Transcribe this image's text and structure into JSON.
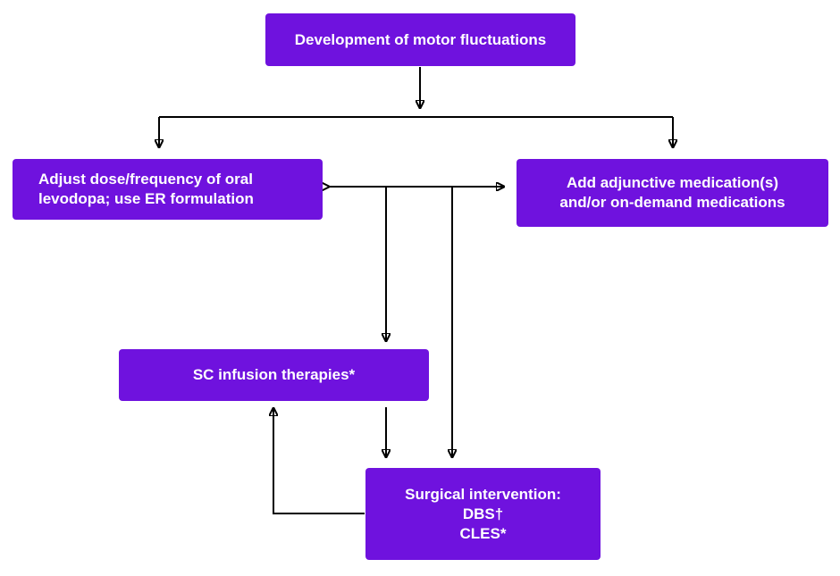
{
  "colors": {
    "box_fill": "#6f12de",
    "box_text": "#ffffff",
    "connector": "#000000"
  },
  "nodes": {
    "motor_fluctuations": {
      "lines": [
        "Development of motor fluctuations"
      ]
    },
    "adjust_levodopa": {
      "lines": [
        "Adjust dose/frequency of oral",
        "levodopa; use ER formulation"
      ]
    },
    "adjunctive_meds": {
      "lines": [
        "Add adjunctive medication(s)",
        "and/or on-demand medications"
      ]
    },
    "sc_infusion": {
      "lines": [
        "SC infusion therapies*"
      ]
    },
    "surgical": {
      "lines": [
        "Surgical intervention:",
        "DBS†",
        "CLES*"
      ]
    }
  }
}
